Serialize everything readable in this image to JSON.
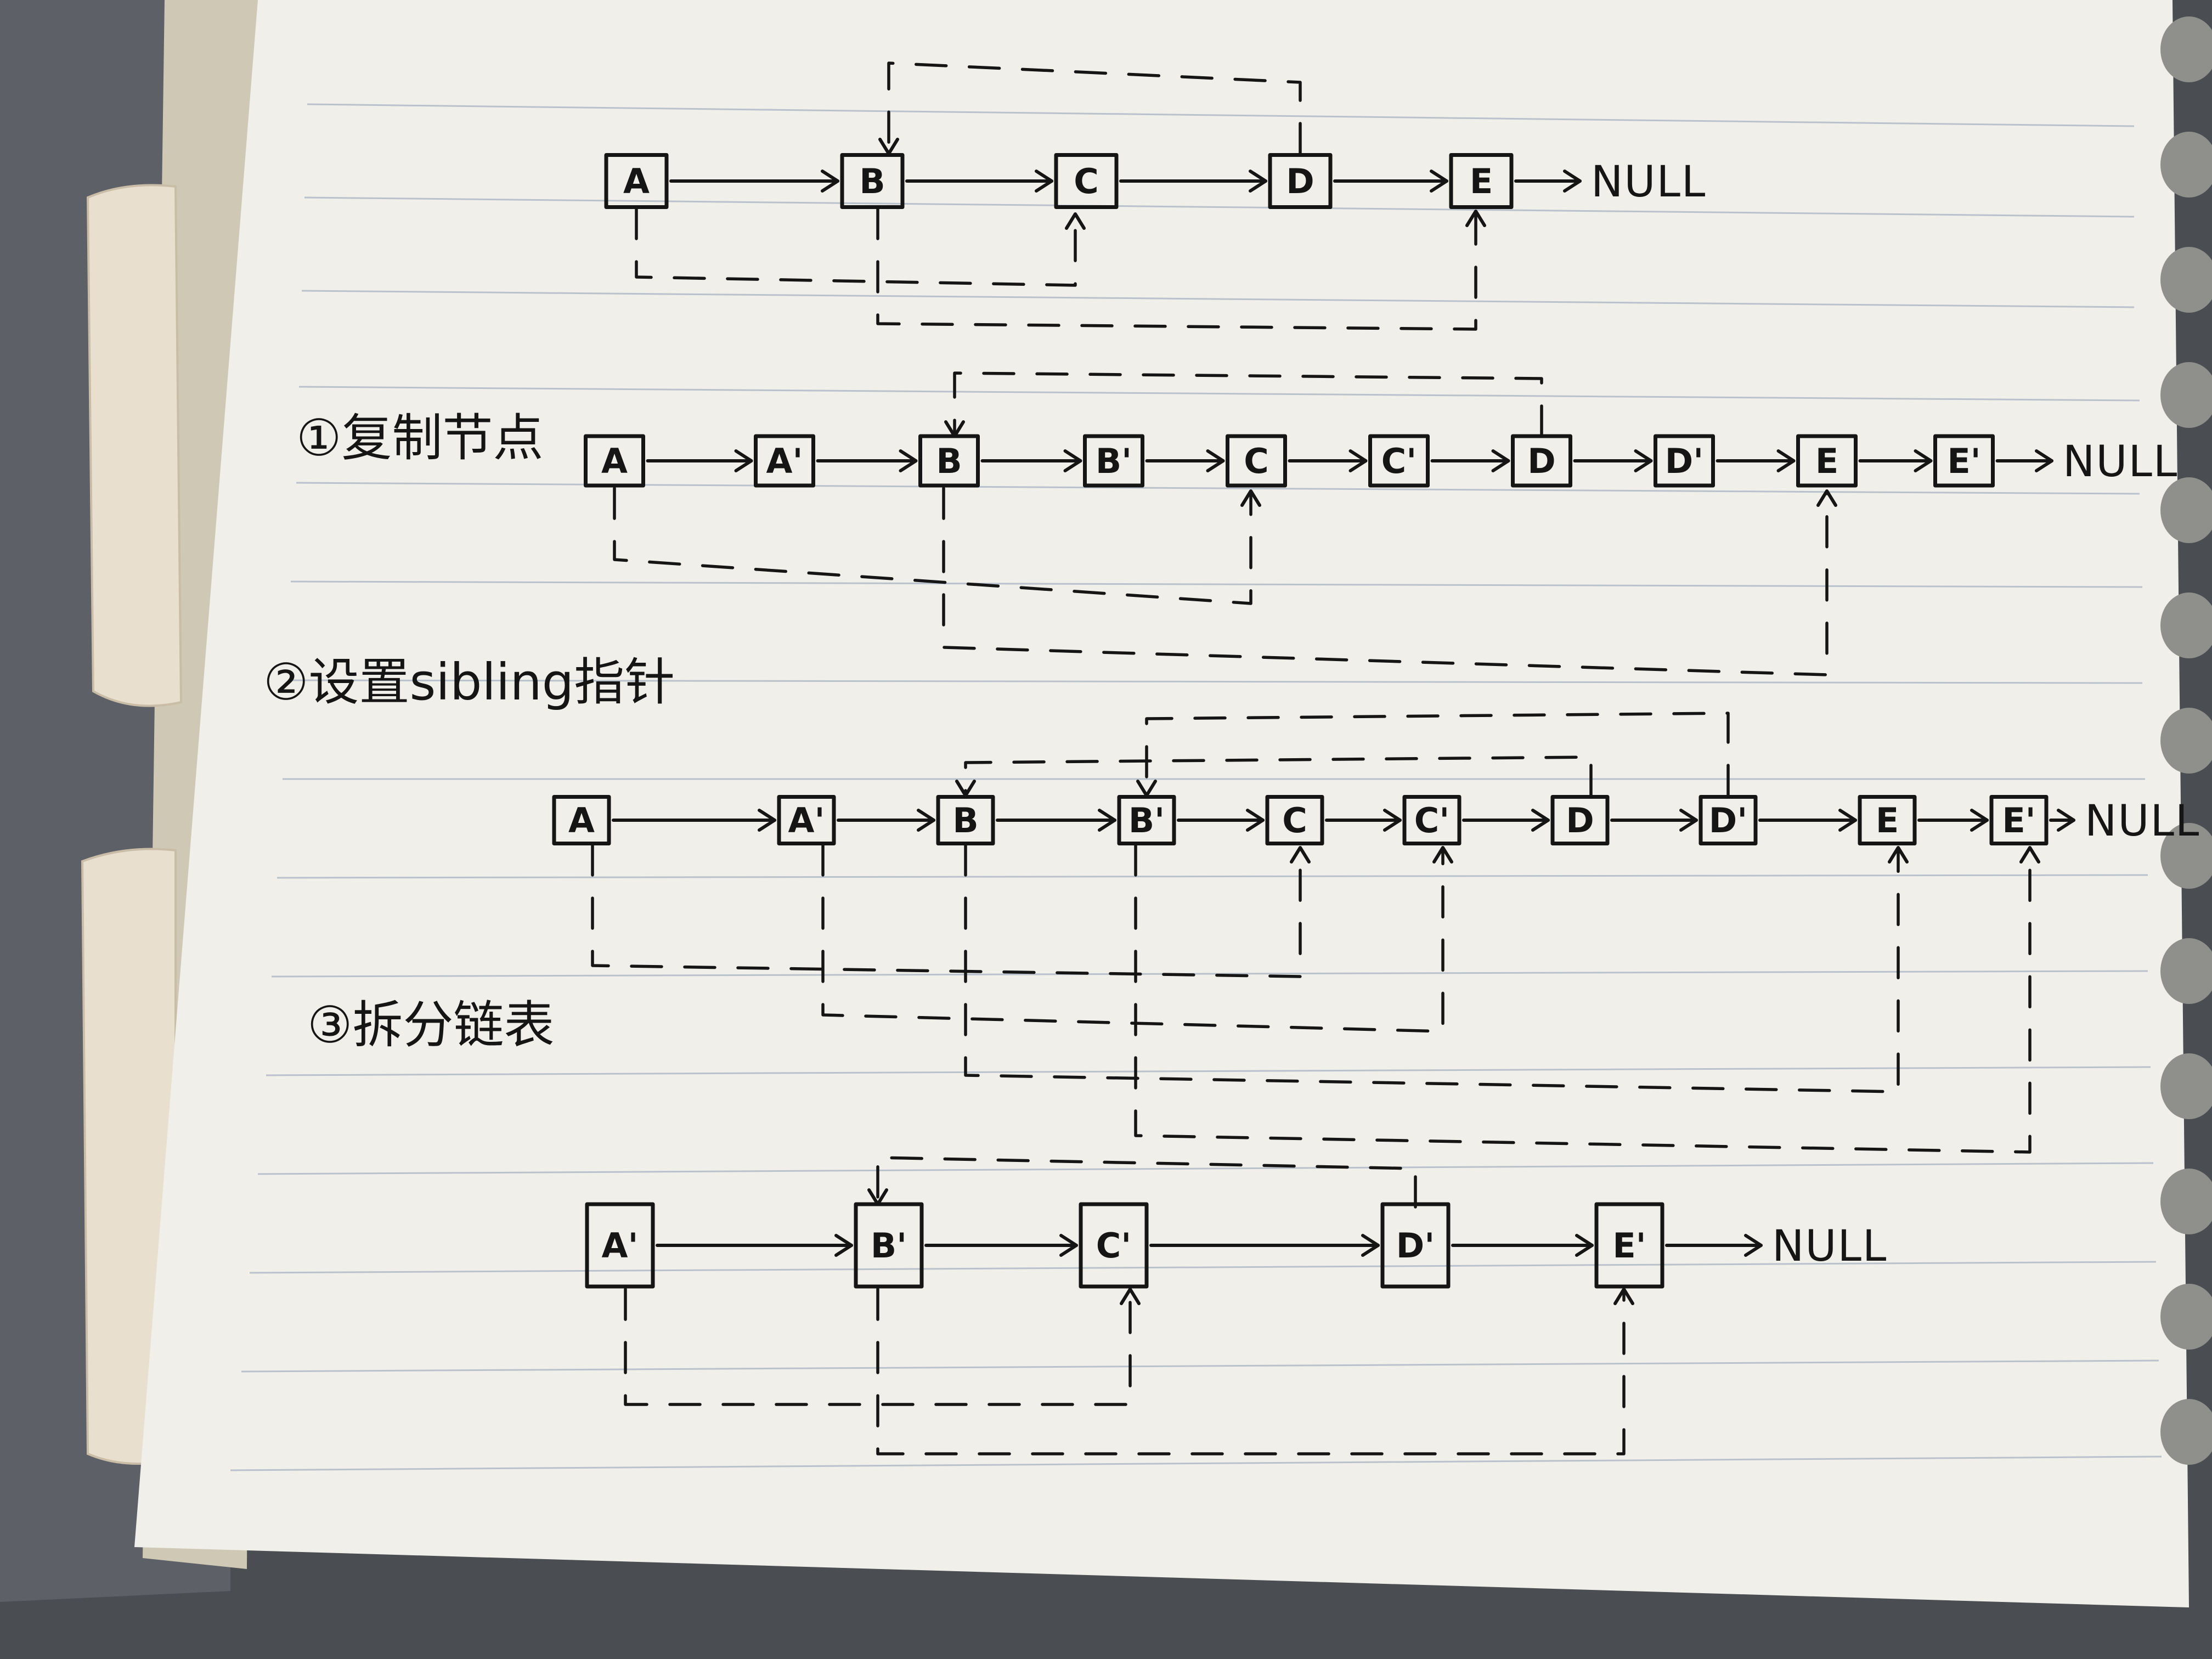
{
  "note": {
    "steps": [
      {
        "id": "original",
        "label": ""
      },
      {
        "id": "step1",
        "label": "①复制节点"
      },
      {
        "id": "step2",
        "label": "②设置sibling指针"
      },
      {
        "id": "step3",
        "label": "③拆分链表"
      }
    ],
    "null_label": "NULL",
    "lists": {
      "original": {
        "nodes": [
          "A",
          "B",
          "C",
          "D",
          "E"
        ],
        "sibling_pointers": [
          [
            "A",
            "C"
          ],
          [
            "B",
            "E"
          ],
          [
            "D",
            "B"
          ]
        ]
      },
      "step1": {
        "nodes": [
          "A",
          "A'",
          "B",
          "B'",
          "C",
          "C'",
          "D",
          "D'",
          "E",
          "E'"
        ],
        "sibling_pointers": [
          [
            "A",
            "C"
          ],
          [
            "B",
            "E"
          ],
          [
            "D",
            "B"
          ]
        ]
      },
      "step2": {
        "nodes": [
          "A",
          "A'",
          "B",
          "B'",
          "C",
          "C'",
          "D",
          "D'",
          "E",
          "E'"
        ],
        "sibling_pointers": [
          [
            "A",
            "C"
          ],
          [
            "A'",
            "C'"
          ],
          [
            "B",
            "E"
          ],
          [
            "B'",
            "E'"
          ],
          [
            "D",
            "B"
          ],
          [
            "D'",
            "B'"
          ]
        ]
      },
      "step3": {
        "nodes": [
          "A'",
          "B'",
          "C'",
          "D'",
          "E'"
        ],
        "sibling_pointers": [
          [
            "A'",
            "C'"
          ],
          [
            "B'",
            "E'"
          ],
          [
            "D'",
            "B'"
          ]
        ]
      }
    }
  },
  "colors": {
    "paper": "#f1efe9",
    "ink": "#151515",
    "ruled_line": "#b9c2cc",
    "background": "#4a4d52",
    "binding": "#8f8f8b"
  }
}
